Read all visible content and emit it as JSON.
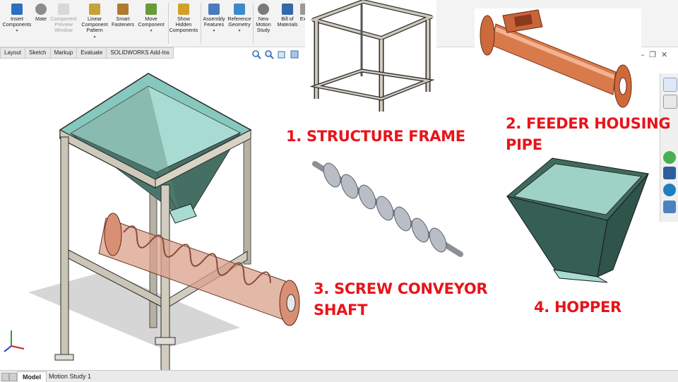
{
  "ribbon": {
    "buttons": [
      {
        "id": "insert",
        "label": "Insert\nComponents"
      },
      {
        "id": "mate",
        "label": "Mate"
      },
      {
        "id": "preview",
        "label": "Component\nPreview\nWindow"
      },
      {
        "id": "linear",
        "label": "Linear\nComponent\nPattern"
      },
      {
        "id": "smart",
        "label": "Smart\nFasteners"
      },
      {
        "id": "move",
        "label": "Move\nComponent"
      },
      {
        "id": "showhidden",
        "label": "Show\nHidden\nComponents"
      },
      {
        "id": "assembly",
        "label": "Assembly\nFeatures"
      },
      {
        "id": "reference",
        "label": "Reference\nGeometry"
      },
      {
        "id": "motion",
        "label": "New\nMotion\nStudy"
      },
      {
        "id": "bom",
        "label": "Bill of\nMaterials"
      },
      {
        "id": "ex",
        "label": "Ex"
      }
    ]
  },
  "command_tabs": [
    "Layout",
    "Sketch",
    "Markup",
    "Evaluate",
    "SOLIDWORKS Add-Ins"
  ],
  "labels": {
    "structure": "1. STRUCTURE FRAME",
    "feeder": "2. FEEDER HOUSING\nPIPE",
    "screw": "3. SCREW CONVEYOR\nSHAFT",
    "hopper": "4. HOPPER"
  },
  "bottom_tabs": [
    "Model",
    "Motion Study 1"
  ],
  "colors": {
    "label_red": "#e8141b",
    "frame_steel": "#c9c4b8",
    "hopper_green": "#3f6a5e",
    "hopper_face": "#a8d8cf",
    "pipe_copper": "#d97a4c"
  }
}
